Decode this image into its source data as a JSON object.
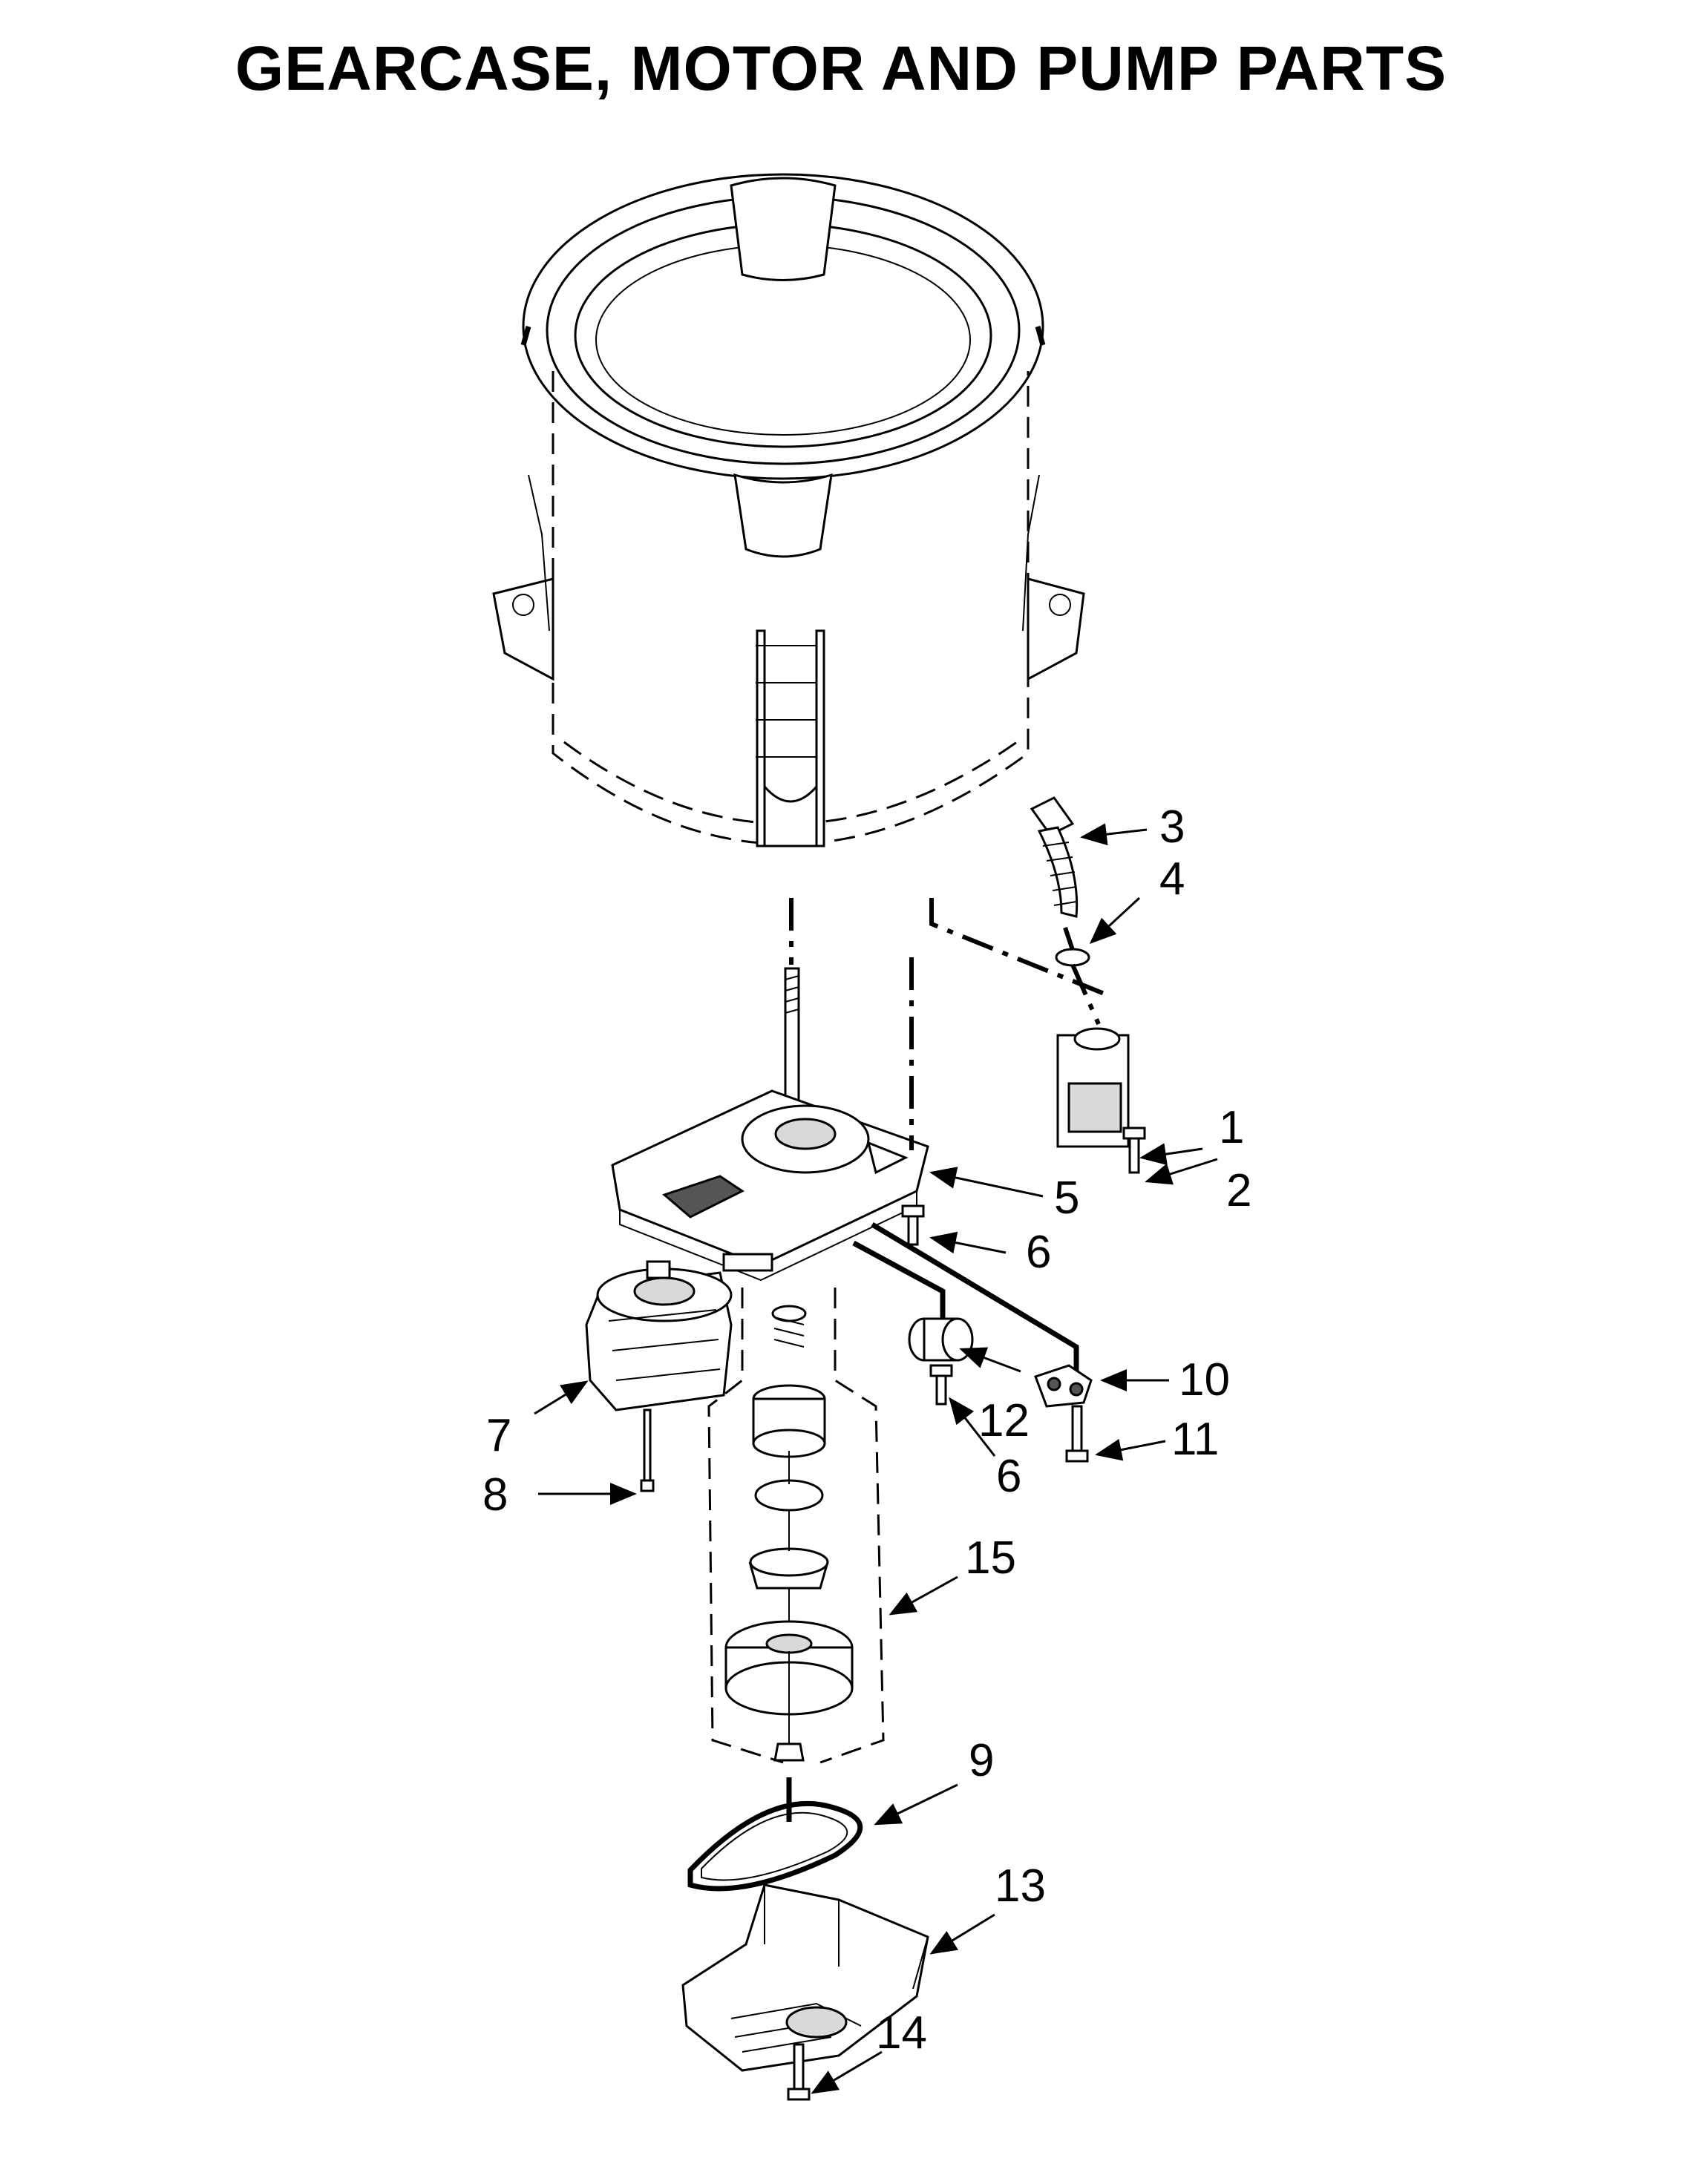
{
  "title": "GEARCASE, MOTOR AND PUMP PARTS",
  "callouts": [
    {
      "id": "1",
      "label": "1"
    },
    {
      "id": "2",
      "label": "2"
    },
    {
      "id": "3",
      "label": "3"
    },
    {
      "id": "4",
      "label": "4"
    },
    {
      "id": "5",
      "label": "5"
    },
    {
      "id": "6a",
      "label": "6"
    },
    {
      "id": "6b",
      "label": "6"
    },
    {
      "id": "7",
      "label": "7"
    },
    {
      "id": "8",
      "label": "8"
    },
    {
      "id": "9",
      "label": "9"
    },
    {
      "id": "10",
      "label": "10"
    },
    {
      "id": "11",
      "label": "11"
    },
    {
      "id": "12",
      "label": "12"
    },
    {
      "id": "13",
      "label": "13"
    },
    {
      "id": "14",
      "label": "14"
    },
    {
      "id": "15",
      "label": "15"
    }
  ]
}
